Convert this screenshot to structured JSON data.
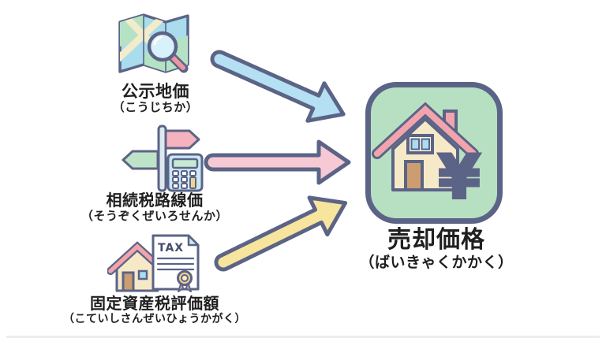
{
  "diagram": {
    "background": "#ffffff",
    "outline_color": "#5b6486",
    "text_color": "#1f1f1f",
    "sources": [
      {
        "label": "公示地価",
        "reading": "（こうじちか）",
        "icon": "map-magnifier-icon"
      },
      {
        "label": "相続税路線価",
        "reading": "（そうぞくぜいろせんか）",
        "icon": "signpost-calculator-icon"
      },
      {
        "label": "固定資産税評価額",
        "reading": "（こていしさんぜいひょうかがく）",
        "icon": "house-tax-document-icon",
        "document_text": "TAX"
      }
    ],
    "arrows": [
      {
        "from": "公示地価",
        "to": "売却価格",
        "direction": "down-right",
        "color": "#b5dff2"
      },
      {
        "from": "相続税路線価",
        "to": "売却価格",
        "direction": "right",
        "color": "#f7c9d4"
      },
      {
        "from": "固定資産税評価額",
        "to": "売却価格",
        "direction": "up-right",
        "color": "#f7e49d"
      }
    ],
    "target": {
      "label": "売却価格",
      "reading": "（ばいきゃくかかく）",
      "icon": "house-yen-icon",
      "yen_symbol": "¥",
      "box_color": "#b7e0c3"
    },
    "palette": {
      "map_blue": "#a9dced",
      "map_green": "#b5e2c4",
      "road_cream": "#f2ecca",
      "magnifier_lens": "#d9f1fa",
      "magnifier_handle_pink": "#ef94a0",
      "sign_pink": "#f5b3c0",
      "sign_green": "#bfe3c8",
      "calculator_blue": "#cbe7f5",
      "calculator_screen_green": "#c6ead2",
      "calculator_button_yellow": "#f0d48a",
      "house_wall_cream": "#f6e9c8",
      "house_roof_pink": "#f2a4ad",
      "house_door_tan": "#cb9d70",
      "house_window_blue": "#aadcf2",
      "seal_gold": "#f0d48a"
    }
  }
}
